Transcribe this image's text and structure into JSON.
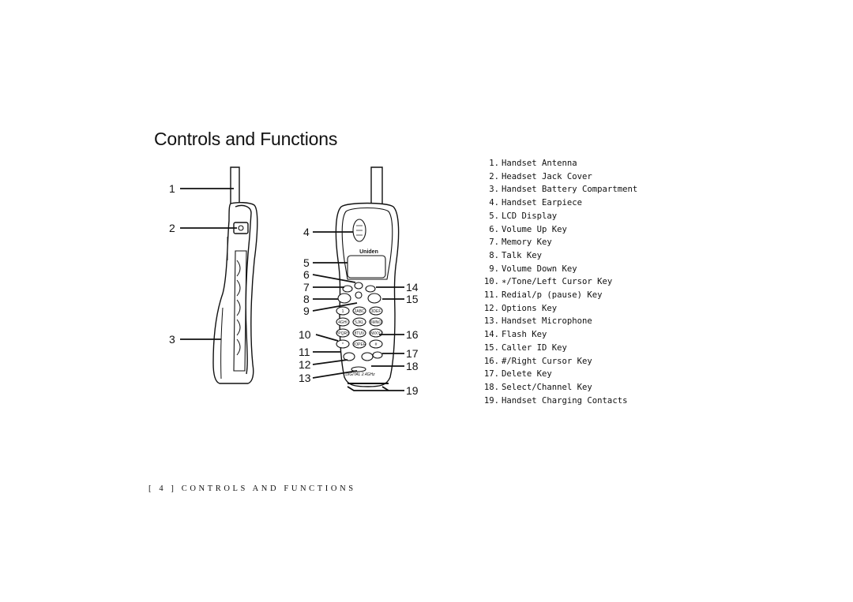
{
  "page": {
    "title": "Controls and Functions",
    "footer": {
      "page_number": "[ 4 ]",
      "section": "CONTROLS AND FUNCTIONS"
    }
  },
  "figure": {
    "brand": "Uniden",
    "band_label": "DIGITAL 2.4GHz",
    "callouts": [
      "1",
      "2",
      "3",
      "4",
      "5",
      "6",
      "7",
      "8",
      "9",
      "10",
      "11",
      "12",
      "13",
      "14",
      "15",
      "16",
      "17",
      "18",
      "19"
    ],
    "keypad": [
      "1",
      "2ABC",
      "3DEF",
      "4GHI",
      "5JKL",
      "6MNO",
      "7PQRS",
      "8TUV",
      "9WXYZ",
      "*",
      "0OPER",
      "#"
    ]
  },
  "legend": [
    {
      "num": "1.",
      "text": "Handset Antenna"
    },
    {
      "num": "2.",
      "text": "Headset Jack Cover"
    },
    {
      "num": "3.",
      "text": "Handset Battery Compartment"
    },
    {
      "num": "4.",
      "text": "Handset Earpiece"
    },
    {
      "num": "5.",
      "text": "LCD Display"
    },
    {
      "num": "6.",
      "text": "Volume Up Key"
    },
    {
      "num": "7.",
      "text": "Memory Key"
    },
    {
      "num": "8.",
      "text": "Talk Key"
    },
    {
      "num": "9.",
      "text": "Volume Down Key"
    },
    {
      "num": "10.",
      "text": "∗/Tone/Left Cursor Key"
    },
    {
      "num": "11.",
      "text": "Redial/p (pause) Key"
    },
    {
      "num": "12.",
      "text": "Options Key"
    },
    {
      "num": "13.",
      "text": "Handset Microphone"
    },
    {
      "num": "14.",
      "text": "Flash Key"
    },
    {
      "num": "15.",
      "text": "Caller ID Key"
    },
    {
      "num": "16.",
      "text": "#/Right Cursor Key"
    },
    {
      "num": "17.",
      "text": "Delete Key"
    },
    {
      "num": "18.",
      "text": "Select/Channel Key"
    },
    {
      "num": "19.",
      "text": "Handset Charging Contacts"
    }
  ]
}
